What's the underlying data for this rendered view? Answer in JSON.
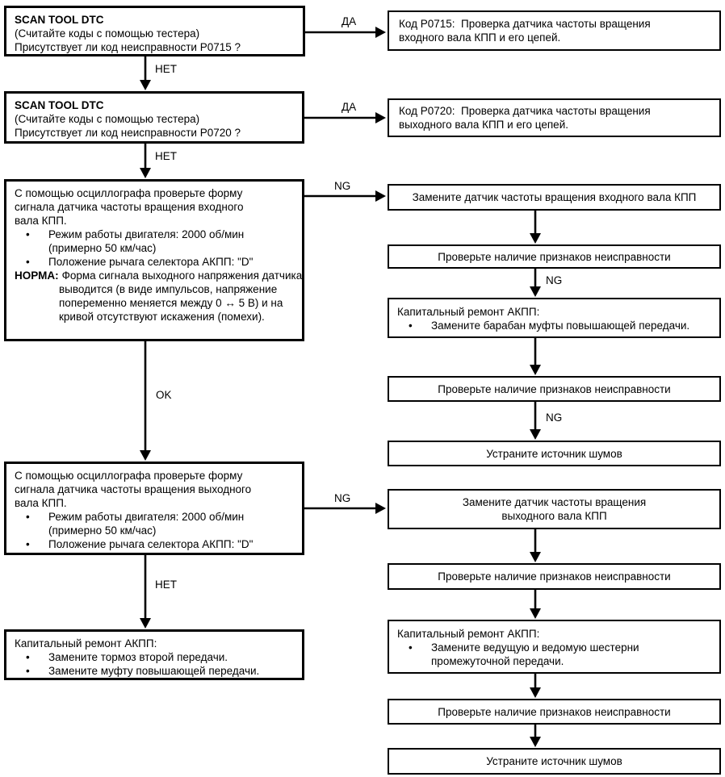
{
  "labels": {
    "yes": "ДА",
    "no": "НЕТ",
    "ng": "NG",
    "ok": "OK"
  },
  "bullet": "•",
  "common": {
    "scan_title": "SCAN TOOL DTC",
    "scan_sub": "(Считайте коды с помощью тестера)",
    "check_symptoms": "Проверьте наличие признаков неисправности",
    "eliminate_noise": "Устраните источник шумов",
    "overhaul_title": "Капитальный ремонт АКПП:"
  },
  "nodes": {
    "scan_p0715": {
      "question": "Присутствует ли код неисправности P0715 ?"
    },
    "scan_p0720": {
      "question": "Присутствует ли код неисправности P0720 ?"
    },
    "code_p0715": {
      "text": "Код P0715:  Проверка датчика частоты вращения входного вала КПП и его цепей."
    },
    "code_p0720": {
      "text": "Код P0720:  Проверка датчика частоты вращения выходного вала КПП и его цепей."
    },
    "osc_input": {
      "text": "С помощью осциллографа проверьте форму сигнала датчика частоты вращения входного вала КПП.",
      "bullet1": "Режим работы двигателя: 2000 об/мин (примерно 50 км/час)",
      "bullet2": "Положение рычага селектора АКПП: \"D\"",
      "norm_label": "НОРМА:",
      "norm_text": "Форма сигнала выходного напряжения датчика выводится (в виде импульсов, напряжение попеременно меняется между 0 ↔ 5 В) и на кривой отсутствуют искажения (помехи)."
    },
    "osc_output": {
      "text": "С помощью осциллографа проверьте форму сигнала датчика частоты вращения выходного вала КПП.",
      "bullet1": "Режим работы двигателя: 2000 об/мин (примерно 50 км/час)",
      "bullet2": "Положение рычага селектора АКПП: \"D\""
    },
    "replace_input_sensor": {
      "text": "Замените датчик частоты вращения входного вала КПП"
    },
    "replace_output_sensor": {
      "line1": "Замените датчик частоты вращения",
      "line2": "выходного вала КПП"
    },
    "overhaul_drum": {
      "bullet1": "Замените барабан муфты повышающей передачи."
    },
    "overhaul_gears": {
      "bullet1": "Замените ведущую и ведомую шестерни промежуточной передачи."
    },
    "overhaul_brake": {
      "bullet1": "Замените тормоз второй передачи.",
      "bullet2": "Замените муфту повышающей передачи."
    }
  }
}
